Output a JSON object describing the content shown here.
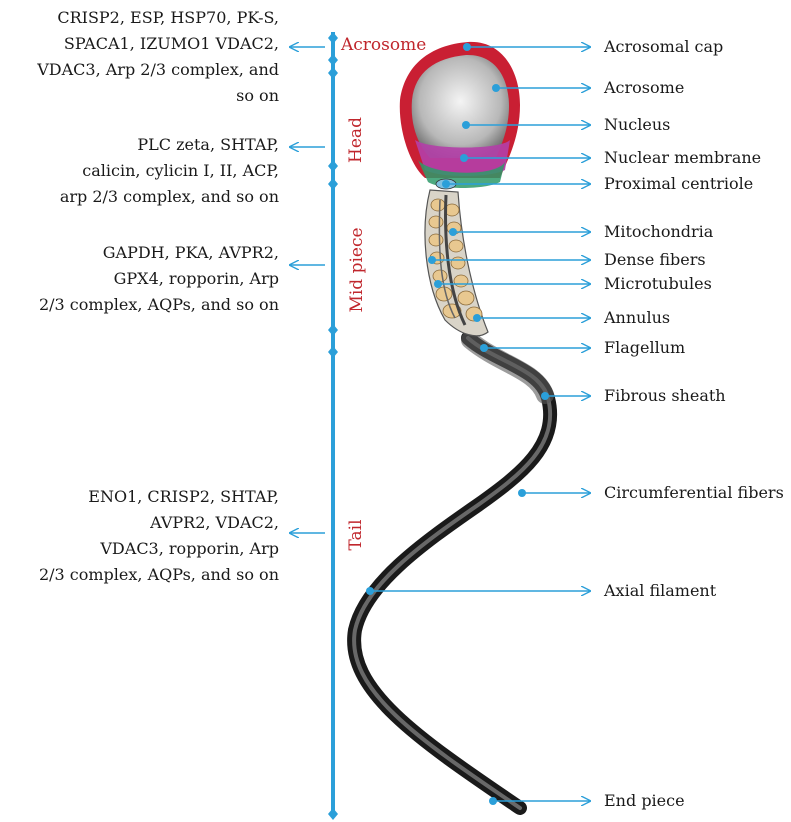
{
  "regions": {
    "acrosome": "Acrosome",
    "head": "Head",
    "mid_piece": "Mid piece",
    "tail": "Tail"
  },
  "proteins": {
    "acrosome": [
      "CRISP2, ESP, HSP70, PK-S,",
      "SPACA1, IZUMO1 VDAC2,",
      "VDAC3, Arp 2/3 complex, and",
      "so on"
    ],
    "head": [
      "PLC zeta, SHTAP,",
      "calicin, cylicin I, II, ACP,",
      "arp 2/3 complex, and so on"
    ],
    "mid_piece": [
      "GAPDH, PKA, AVPR2,",
      "GPX4, ropporin, Arp",
      "2/3 complex, AQPs, and so on"
    ],
    "tail": [
      "ENO1, CRISP2, SHTAP,",
      "AVPR2, VDAC2,",
      "VDAC3, ropporin, Arp",
      "2/3 complex, AQPs, and so on"
    ]
  },
  "structures": [
    "Acrosomal cap",
    "Acrosome",
    "Nucleus",
    "Nuclear membrane",
    "Proximal centriole",
    "Mitochondria",
    "Dense fibers",
    "Microtubules",
    "Annulus",
    "Flagellum",
    "Fibrous sheath",
    "Circumferential fibers",
    "Axial filament",
    "End piece"
  ],
  "colors": {
    "accent_blue": "#2b9fd9",
    "region_red": "#c0272d",
    "acrosome_red": "#d12f3c",
    "nuclear_membrane": "#b43fa8",
    "mitochondria": "#e8c890",
    "tail_dark": "#2a2a2a"
  }
}
